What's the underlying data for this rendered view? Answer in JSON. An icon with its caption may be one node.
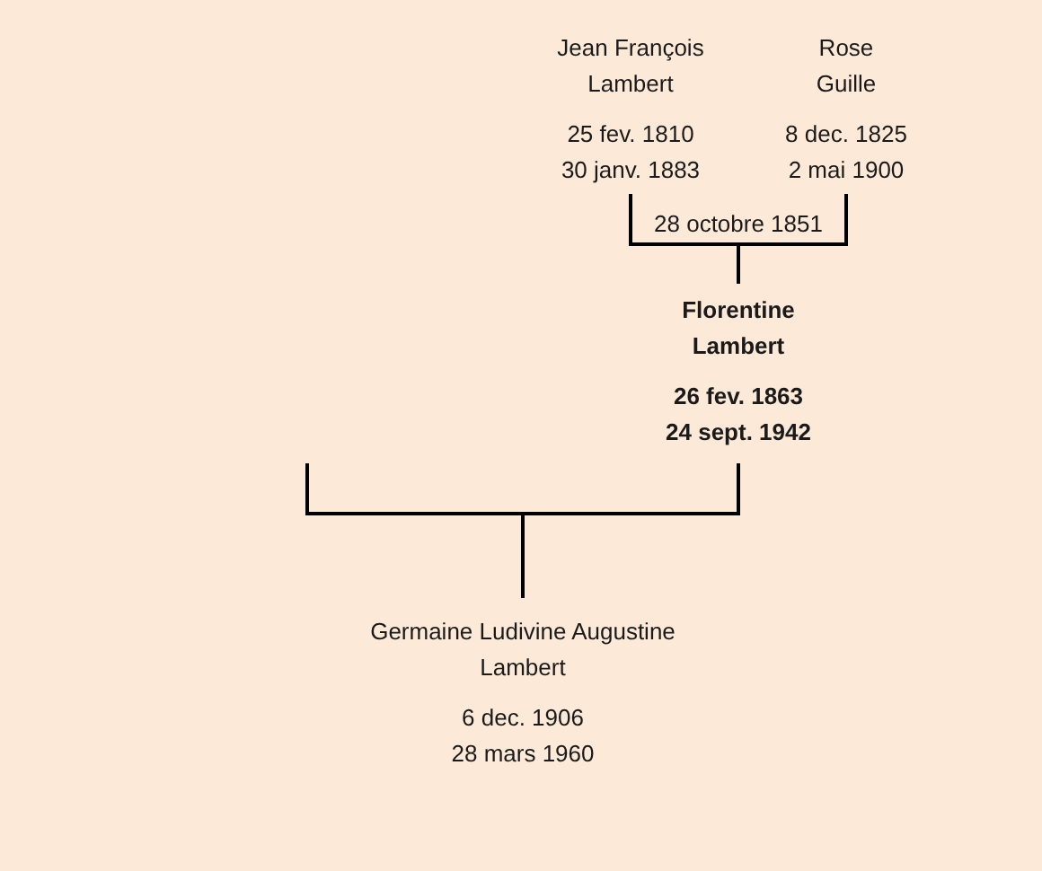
{
  "diagram": {
    "nodes": [
      {
        "text": [
          "Jean François Lambert",
          "25 fev. 1810",
          "30 janv. 1883"
        ]
      },
      {
        "text": [
          "Rose Guille",
          "8 dec. 1825",
          "2 mai 1900"
        ]
      },
      {
        "text": [
          "Florentine Lambert",
          "26 fev. 1863",
          "24 sept. 1942"
        ]
      },
      {
        "text": [
          "Germaine Ludivine Augustine Lambert",
          "6 dec. 1906",
          "28 mars 1960"
        ]
      }
    ],
    "edges": [
      {
        "from": 0,
        "to": 2,
        "arrow": "none"
      },
      {
        "from": 1,
        "to": 2,
        "arrow": "none"
      },
      {
        "from": 2,
        "to": 3,
        "arrow": "none"
      },
      {
        "from": null,
        "to": 3,
        "arrow": "none"
      }
    ],
    "labels": [
      "28 octobre 1851"
    ]
  }
}
